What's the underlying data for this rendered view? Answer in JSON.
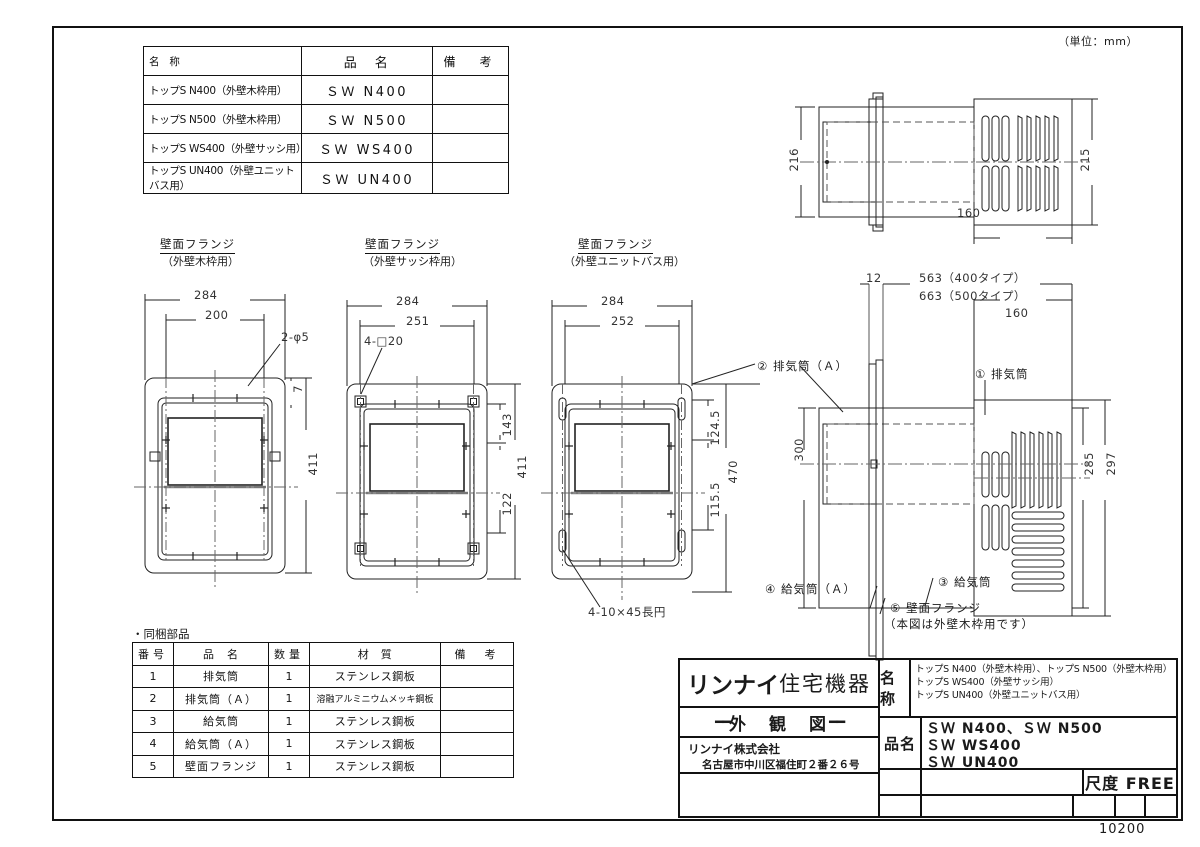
{
  "sheet": {
    "unit_note": "（単位：mm）",
    "drawing_number": "10200"
  },
  "model_table": {
    "headers": [
      "名　称",
      "品　名",
      "備　考"
    ],
    "rows": [
      {
        "name": "トップS N400（外壁木枠用）",
        "model": "ＳＷ N400",
        "remark": ""
      },
      {
        "name": "トップS N500（外壁木枠用）",
        "model": "ＳＷ N500",
        "remark": ""
      },
      {
        "name": "トップS WS400（外壁サッシ用）",
        "model": "ＳＷ WS400",
        "remark": ""
      },
      {
        "name": "トップS UN400（外壁ユニットバス用）",
        "model": "ＳＷ UN400",
        "remark": ""
      }
    ]
  },
  "parts_table": {
    "caption": "・同梱部品",
    "headers": [
      "番号",
      "品　名",
      "数量",
      "材　質",
      "備　考"
    ],
    "rows": [
      {
        "no": "1",
        "name": "排気筒",
        "qty": "1",
        "material": "ステンレス鋼板",
        "remark": ""
      },
      {
        "no": "2",
        "name": "排気筒（Ａ）",
        "qty": "1",
        "material": "溶融アルミニウムメッキ鋼板",
        "remark": ""
      },
      {
        "no": "3",
        "name": "給気筒",
        "qty": "1",
        "material": "ステンレス鋼板",
        "remark": ""
      },
      {
        "no": "4",
        "name": "給気筒（Ａ）",
        "qty": "1",
        "material": "ステンレス鋼板",
        "remark": ""
      },
      {
        "no": "5",
        "name": "壁面フランジ",
        "qty": "1",
        "material": "ステンレス鋼板",
        "remark": ""
      }
    ]
  },
  "flange_views": [
    {
      "title": "壁面フランジ",
      "subtitle": "（外壁木枠用）",
      "dim_top_outer": "284",
      "dim_top_inner": "200",
      "dim_right_main": "411",
      "dim_right_small": "7",
      "note": "2-φ5"
    },
    {
      "title": "壁面フランジ",
      "subtitle": "（外壁サッシ枠用）",
      "dim_top_outer": "284",
      "dim_top_inner": "251",
      "dim_right_main": "411",
      "dim_right_upper": "143",
      "dim_right_lower": "122",
      "note": "4-□20"
    },
    {
      "title": "壁面フランジ",
      "subtitle": "（外壁ユニットバス用）",
      "dim_top_outer": "284",
      "dim_top_inner": "252",
      "dim_right_main": "470",
      "dim_right_upper": "124.5",
      "dim_right_lower": "115.5",
      "note": "4-10×45長円"
    }
  ],
  "top_view": {
    "dim_left": "216",
    "dim_right": "215",
    "dim_bottom": "160"
  },
  "side_view": {
    "dim_flange_thk": "12",
    "dim_len_400": "563（400タイプ）",
    "dim_len_500": "663（500タイプ）",
    "dim_hood": "160",
    "dim_height_left": "300",
    "dim_height_285": "285",
    "dim_height_297": "297",
    "callouts": [
      {
        "no": "①",
        "text": "排気筒"
      },
      {
        "no": "②",
        "text": "排気筒（Ａ）"
      },
      {
        "no": "③",
        "text": "給気筒"
      },
      {
        "no": "④",
        "text": "給気筒（Ａ）"
      },
      {
        "no": "⑤",
        "text": "壁面フランジ"
      }
    ],
    "flange_note": "（本図は外壁木枠用です）"
  },
  "title_block": {
    "brand_bold": "リンナイ",
    "brand_rest": "住宅機器",
    "doc_type": "外　観　図",
    "company": "リンナイ株式会社",
    "address": "名古屋市中川区福住町２番２６号",
    "name_label": "名称",
    "name_lines": [
      "トップS N400（外壁木枠用）、トップS N500（外壁木枠用）",
      "トップS WS400（外壁サッシ用）",
      "トップS UN400（外壁ユニットバス用）"
    ],
    "model_label": "品名",
    "model_lines": [
      "ＳＷ N400、ＳＷ N500",
      "ＳＷ WS400",
      "ＳＷ UN400"
    ],
    "scale_label": "尺度 FREE"
  }
}
